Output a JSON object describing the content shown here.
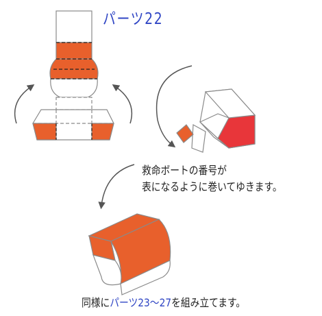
{
  "title": "パーツ22",
  "instruction": {
    "line1": "救命ボートの番号が",
    "line2": "表になるように巻いてゆきます。"
  },
  "footer": {
    "prefix": "同様に",
    "parts": "パーツ23～27",
    "suffix": "を組み立てます。"
  },
  "colors": {
    "orange": "#e8602c",
    "red": "#e8363a",
    "blue": "#2f45c4",
    "outline": "#8a8a8a",
    "arrow": "#555555"
  }
}
